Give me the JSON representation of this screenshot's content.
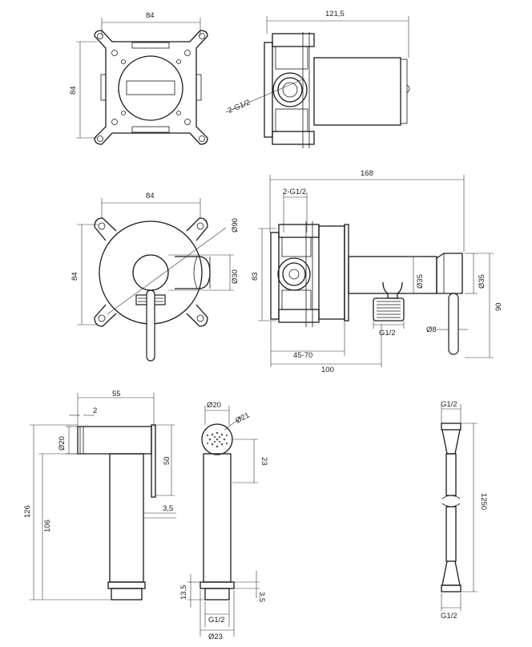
{
  "views": {
    "top_front": {
      "width_label": "84",
      "height_label": "84"
    },
    "top_side": {
      "length_label": "121,5",
      "thread_label": "2-G1/2"
    },
    "mid_front": {
      "width_label": "84",
      "height_label": "84",
      "plate_dia_label": "Ø90",
      "knob_dia_label": "Ø30"
    },
    "mid_side": {
      "overall_label": "168",
      "thread_label": "2-G1/2",
      "height_label": "83",
      "spout_dia_label": "Ø35",
      "holder_dia_label": "Ø35",
      "holder_height_label": "90",
      "lever_dia_label": "Ø8",
      "outlet_thread_label": "G1/2",
      "depth_range_label": "45-70",
      "depth_label": "100"
    },
    "shower_side": {
      "length_label": "55",
      "offset_label": "2",
      "head_dia_label": "Ø20",
      "head_len_label": "50",
      "gap_label": "3,5",
      "total_height_label": "126",
      "body_height_label": "106"
    },
    "shower_front": {
      "top_dia_label": "Ø20",
      "face_dia_label": "Ø21",
      "face_height_label": "23",
      "base_height_label": "13,5",
      "base_gap_label": "3,5",
      "thread_label": "G1/2",
      "base_dia_label": "Ø23"
    },
    "hose": {
      "top_thread_label": "G1/2",
      "length_label": "1250",
      "bottom_thread_label": "G1/2"
    }
  }
}
